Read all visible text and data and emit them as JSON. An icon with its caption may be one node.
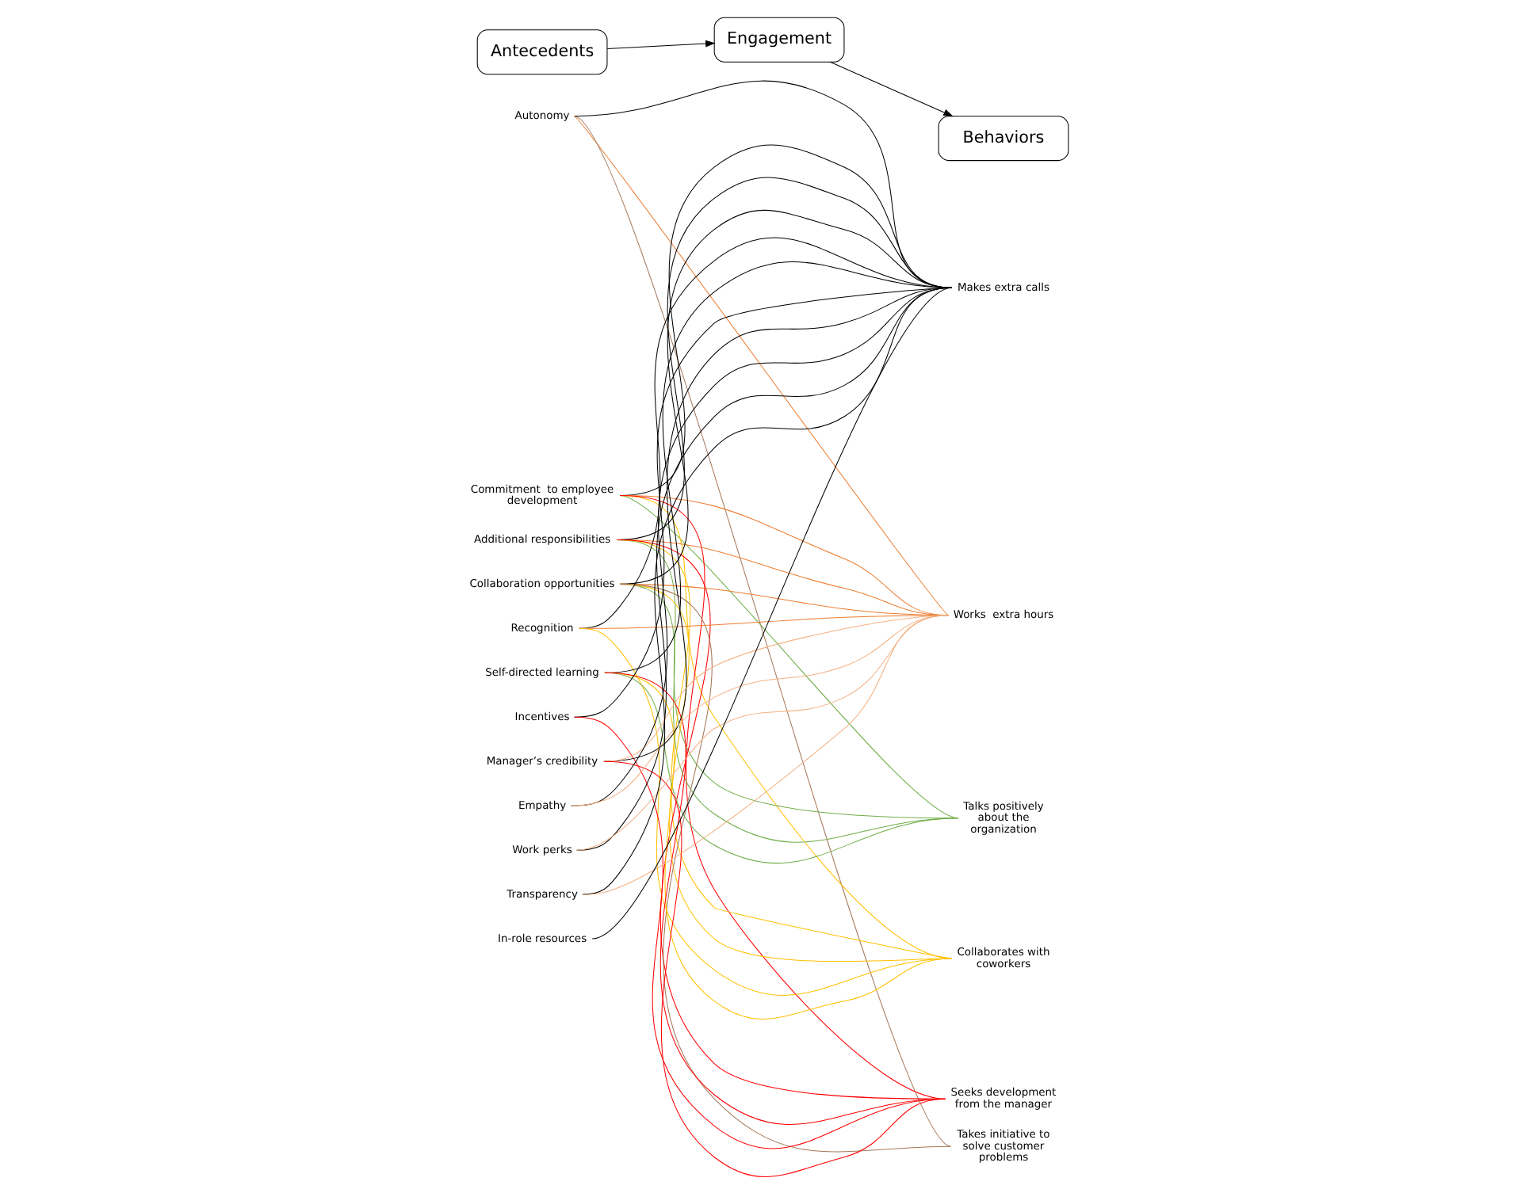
{
  "diagram": {
    "nodes": [
      {
        "text": [
          "Antecedents"
        ]
      },
      {
        "text": [
          "Engagement"
        ]
      },
      {
        "text": [
          "Behaviors"
        ]
      },
      {
        "text": [
          "Autonomy"
        ]
      },
      {
        "text": [
          "Commitment  to employee development"
        ]
      },
      {
        "text": [
          "Additional responsibilities"
        ]
      },
      {
        "text": [
          "Collaboration opportunities"
        ]
      },
      {
        "text": [
          "Recognition"
        ]
      },
      {
        "text": [
          "Self-directed learning"
        ]
      },
      {
        "text": [
          "Incentives"
        ]
      },
      {
        "text": [
          "Manager’s credibility"
        ]
      },
      {
        "text": [
          "Empathy"
        ]
      },
      {
        "text": [
          "Work perks"
        ]
      },
      {
        "text": [
          "Transparency"
        ]
      },
      {
        "text": [
          "In-role resources"
        ]
      },
      {
        "text": [
          "Makes extra calls"
        ]
      },
      {
        "text": [
          "Works  extra hours"
        ]
      },
      {
        "text": [
          "Talks positively about the organization"
        ]
      },
      {
        "text": [
          "Collaborates with coworkers"
        ]
      },
      {
        "text": [
          "Seeks development from the manager"
        ]
      },
      {
        "text": [
          "Takes initiative to solve customer problems"
        ]
      }
    ],
    "edges": [
      {
        "from": 0,
        "to": 1,
        "arrow": "to"
      },
      {
        "from": 1,
        "to": 2,
        "arrow": "to"
      },
      {
        "from": 3,
        "to": 15,
        "arrow": "none"
      },
      {
        "from": 3,
        "to": 16,
        "arrow": "none",
        "color": "#ed7d31"
      },
      {
        "from": 3,
        "to": 20,
        "arrow": "none",
        "color": "#a5785a"
      },
      {
        "from": 4,
        "to": 15,
        "arrow": "none"
      },
      {
        "from": 4,
        "to": 16,
        "arrow": "none",
        "color": "#ed7d31"
      },
      {
        "from": 4,
        "to": 17,
        "arrow": "none",
        "color": "#70ad47"
      },
      {
        "from": 4,
        "to": 18,
        "arrow": "none",
        "color": "#ffc000"
      },
      {
        "from": 4,
        "to": 19,
        "arrow": "none",
        "color": "#ff0000"
      },
      {
        "from": 5,
        "to": 15,
        "arrow": "none"
      },
      {
        "from": 5,
        "to": 16,
        "arrow": "none",
        "color": "#ed7d31"
      },
      {
        "from": 5,
        "to": 17,
        "arrow": "none",
        "color": "#70ad47"
      },
      {
        "from": 5,
        "to": 18,
        "arrow": "none",
        "color": "#ffc000"
      },
      {
        "from": 5,
        "to": 19,
        "arrow": "none",
        "color": "#ff0000"
      },
      {
        "from": 6,
        "to": 15,
        "arrow": "none"
      },
      {
        "from": 6,
        "to": 16,
        "arrow": "none",
        "color": "#ed7d31"
      },
      {
        "from": 6,
        "to": 17,
        "arrow": "none",
        "color": "#70ad47"
      },
      {
        "from": 6,
        "to": 18,
        "arrow": "none",
        "color": "#ffc000"
      },
      {
        "from": 6,
        "to": 20,
        "arrow": "none",
        "color": "#a5785a"
      },
      {
        "from": 7,
        "to": 15,
        "arrow": "none"
      },
      {
        "from": 7,
        "to": 16,
        "arrow": "none",
        "color": "#ed7d31"
      },
      {
        "from": 7,
        "to": 18,
        "arrow": "none",
        "color": "#ffc000"
      },
      {
        "from": 8,
        "to": 15,
        "arrow": "none"
      },
      {
        "from": 8,
        "to": 17,
        "arrow": "none",
        "color": "#70ad47"
      },
      {
        "from": 8,
        "to": 18,
        "arrow": "none",
        "color": "#ffc000"
      },
      {
        "from": 8,
        "to": 19,
        "arrow": "none",
        "color": "#ff0000"
      },
      {
        "from": 9,
        "to": 15,
        "arrow": "none"
      },
      {
        "from": 9,
        "to": 19,
        "arrow": "none",
        "color": "#ff0000"
      },
      {
        "from": 10,
        "to": 15,
        "arrow": "none"
      },
      {
        "from": 10,
        "to": 16,
        "arrow": "none",
        "color": "#f4b183"
      },
      {
        "from": 10,
        "to": 19,
        "arrow": "none",
        "color": "#ff0000"
      },
      {
        "from": 11,
        "to": 15,
        "arrow": "none"
      },
      {
        "from": 11,
        "to": 16,
        "arrow": "none",
        "color": "#f4b183"
      },
      {
        "from": 12,
        "to": 15,
        "arrow": "none"
      },
      {
        "from": 12,
        "to": 16,
        "arrow": "none",
        "color": "#f4b183"
      },
      {
        "from": 13,
        "to": 15,
        "arrow": "none"
      },
      {
        "from": 13,
        "to": 16,
        "arrow": "none",
        "color": "#f4b183"
      },
      {
        "from": 14,
        "to": 15,
        "arrow": "none"
      }
    ]
  }
}
